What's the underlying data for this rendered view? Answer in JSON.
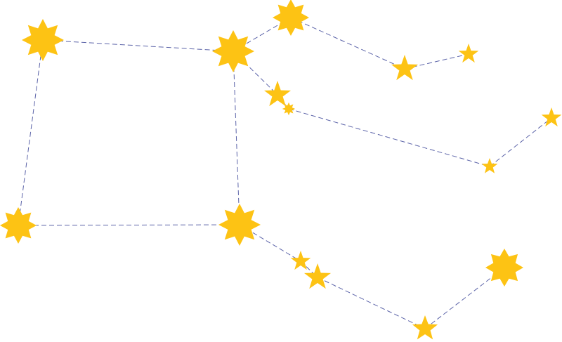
{
  "diagram": {
    "colors": {
      "background": "#ffffff",
      "star_fill": "#FDC314",
      "line": "#5B63A8"
    },
    "stars": [
      {
        "id": "s1",
        "icon": "star-8-icon"
      },
      {
        "id": "s2",
        "icon": "star-8-icon"
      },
      {
        "id": "s3",
        "icon": "star-8-icon"
      },
      {
        "id": "s4",
        "icon": "star-5-icon"
      },
      {
        "id": "s5",
        "icon": "star-5-icon"
      },
      {
        "id": "s6",
        "icon": "star-8-icon"
      },
      {
        "id": "s7",
        "icon": "star-5-icon"
      },
      {
        "id": "s8",
        "icon": "star-8-icon"
      },
      {
        "id": "s9",
        "icon": "star-5-icon"
      },
      {
        "id": "s10",
        "icon": "star-5-icon"
      },
      {
        "id": "s11",
        "icon": "star-8-icon"
      },
      {
        "id": "s12",
        "icon": "star-8-icon"
      },
      {
        "id": "s13",
        "icon": "star-5-icon"
      },
      {
        "id": "s14",
        "icon": "star-5-icon"
      },
      {
        "id": "s15",
        "icon": "star-5-icon"
      },
      {
        "id": "s16",
        "icon": "star-8-icon"
      }
    ],
    "links": [
      [
        "s1",
        "s2"
      ],
      [
        "s2",
        "s3"
      ],
      [
        "s3",
        "s4"
      ],
      [
        "s4",
        "s5"
      ],
      [
        "s2",
        "s7"
      ],
      [
        "s7",
        "s8"
      ],
      [
        "s8",
        "s9"
      ],
      [
        "s9",
        "s10"
      ],
      [
        "s1",
        "s11"
      ],
      [
        "s11",
        "s12"
      ],
      [
        "s2",
        "s12"
      ],
      [
        "s12",
        "s13"
      ],
      [
        "s13",
        "s14"
      ],
      [
        "s14",
        "s15"
      ],
      [
        "s15",
        "s16"
      ]
    ]
  }
}
